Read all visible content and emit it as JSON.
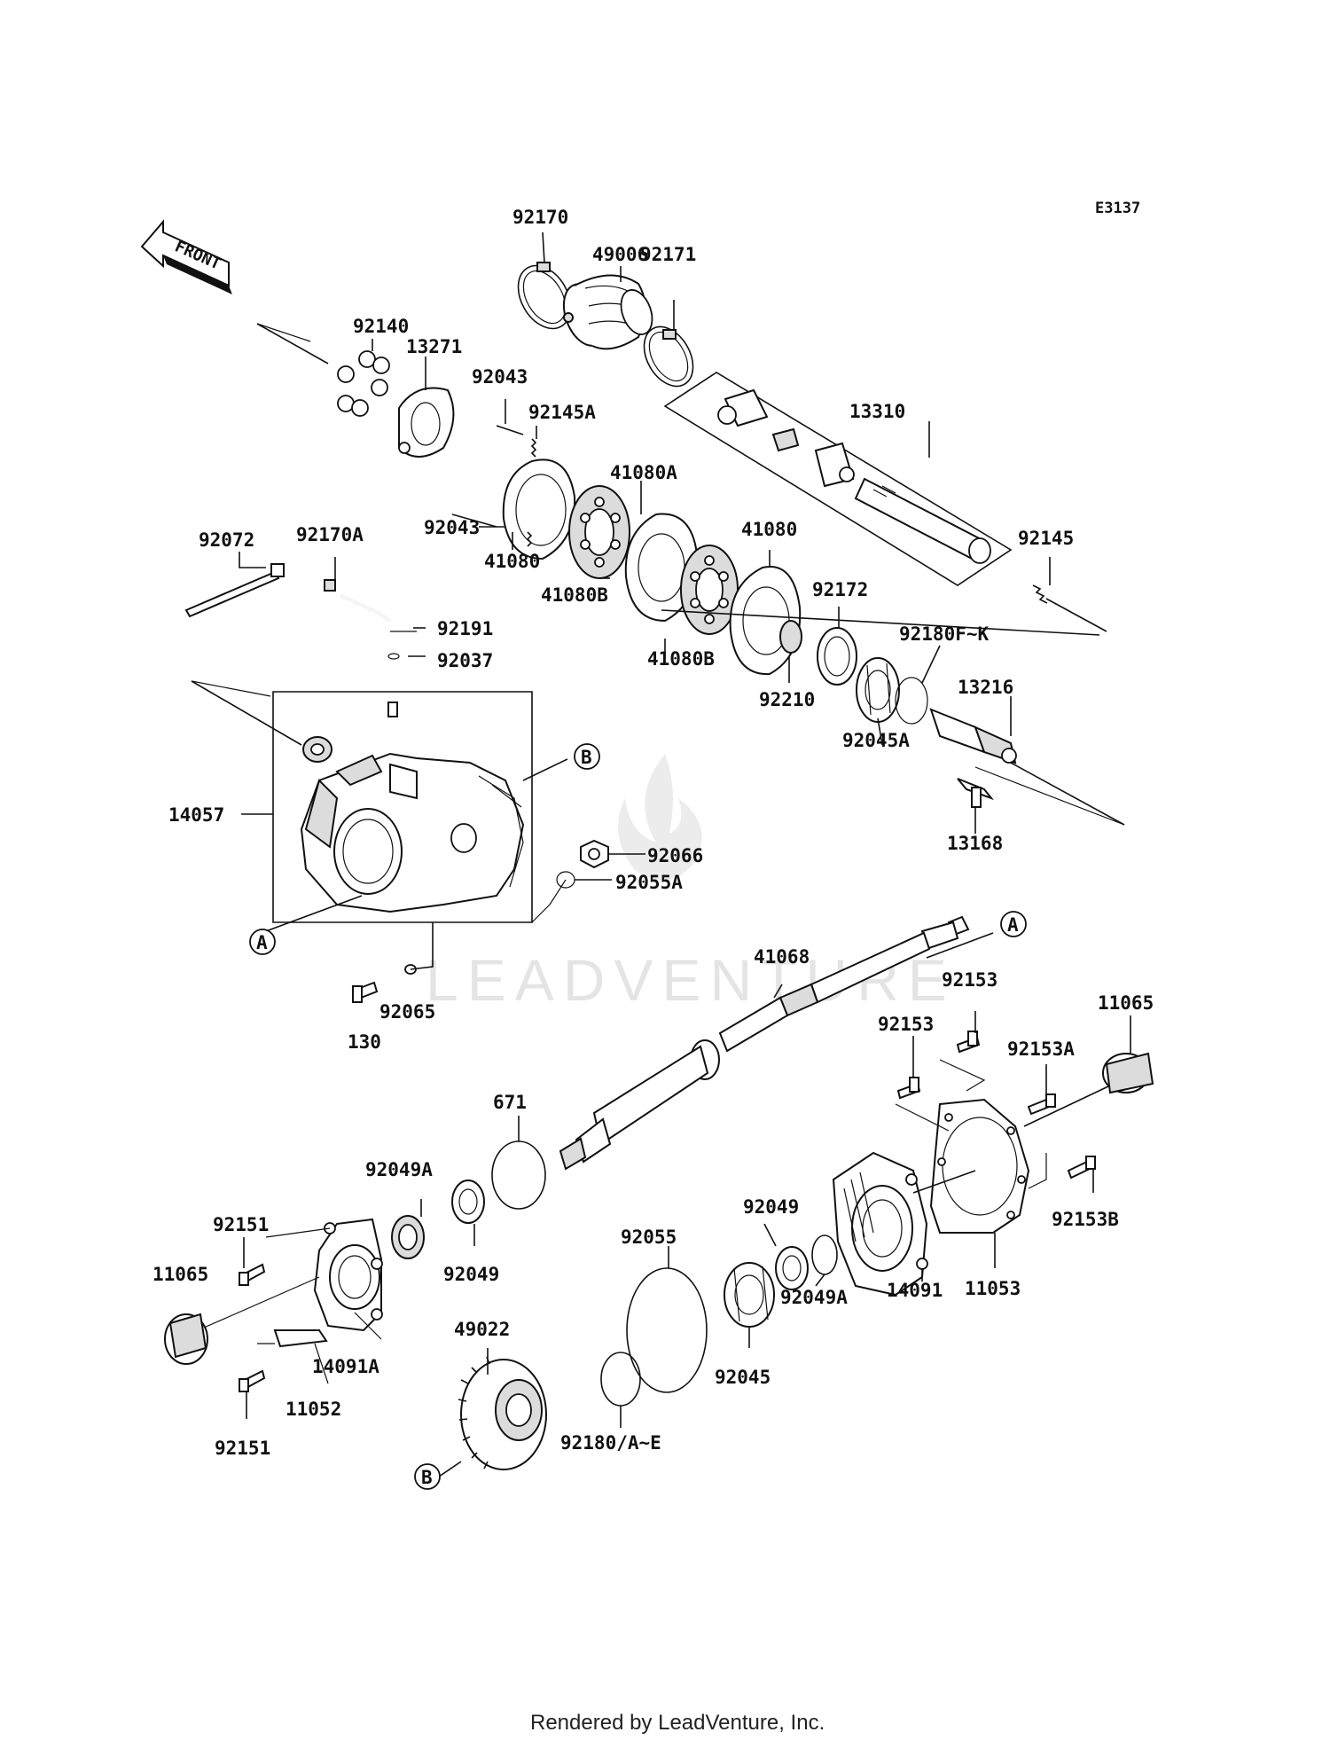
{
  "diagram": {
    "code": "E3137",
    "front_label": "FRONT",
    "watermark": "LEADVENTURE",
    "footer": "Rendered by LeadVenture, Inc.",
    "callout_a": "A",
    "callout_b": "B"
  },
  "part_labels": [
    {
      "id": "p92170",
      "text": "92170"
    },
    {
      "id": "p49006",
      "text": "49006"
    },
    {
      "id": "p92171",
      "text": "92171"
    },
    {
      "id": "p92140",
      "text": "92140"
    },
    {
      "id": "p13271",
      "text": "13271"
    },
    {
      "id": "p92043a",
      "text": "92043"
    },
    {
      "id": "p92145A",
      "text": "92145A"
    },
    {
      "id": "p13310",
      "text": "13310"
    },
    {
      "id": "p41080A",
      "text": "41080A"
    },
    {
      "id": "p92043b",
      "text": "92043"
    },
    {
      "id": "p41080a",
      "text": "41080"
    },
    {
      "id": "p41080b",
      "text": "41080"
    },
    {
      "id": "p92145",
      "text": "92145"
    },
    {
      "id": "p92072",
      "text": "92072"
    },
    {
      "id": "p92170A",
      "text": "92170A"
    },
    {
      "id": "p41080B1",
      "text": "41080B"
    },
    {
      "id": "p92172",
      "text": "92172"
    },
    {
      "id": "p92180FK",
      "text": "92180F~K"
    },
    {
      "id": "p41080B2",
      "text": "41080B"
    },
    {
      "id": "p92191",
      "text": "92191"
    },
    {
      "id": "p92037",
      "text": "92037"
    },
    {
      "id": "p92210",
      "text": "92210"
    },
    {
      "id": "p13216",
      "text": "13216"
    },
    {
      "id": "p92045A",
      "text": "92045A"
    },
    {
      "id": "p14057",
      "text": "14057"
    },
    {
      "id": "p13168",
      "text": "13168"
    },
    {
      "id": "p92066",
      "text": "92066"
    },
    {
      "id": "p92055A",
      "text": "92055A"
    },
    {
      "id": "p41068",
      "text": "41068"
    },
    {
      "id": "p92065",
      "text": "92065"
    },
    {
      "id": "p130",
      "text": "130"
    },
    {
      "id": "p92153a",
      "text": "92153"
    },
    {
      "id": "p11065a",
      "text": "11065"
    },
    {
      "id": "p92153b",
      "text": "92153"
    },
    {
      "id": "p92153A",
      "text": "92153A"
    },
    {
      "id": "p671",
      "text": "671"
    },
    {
      "id": "p92049A1",
      "text": "92049A"
    },
    {
      "id": "p92151a",
      "text": "92151"
    },
    {
      "id": "p92049a",
      "text": "92049"
    },
    {
      "id": "p92049b",
      "text": "92049"
    },
    {
      "id": "p92153B",
      "text": "92153B"
    },
    {
      "id": "p11065b",
      "text": "11065"
    },
    {
      "id": "p92055",
      "text": "92055"
    },
    {
      "id": "p14091",
      "text": "14091"
    },
    {
      "id": "p11053",
      "text": "11053"
    },
    {
      "id": "p92049A2",
      "text": "92049A"
    },
    {
      "id": "p49022",
      "text": "49022"
    },
    {
      "id": "p14091A",
      "text": "14091A"
    },
    {
      "id": "p92045",
      "text": "92045"
    },
    {
      "id": "p11052",
      "text": "11052"
    },
    {
      "id": "p92180AE",
      "text": "92180/A~E"
    },
    {
      "id": "p92151b",
      "text": "92151"
    }
  ]
}
